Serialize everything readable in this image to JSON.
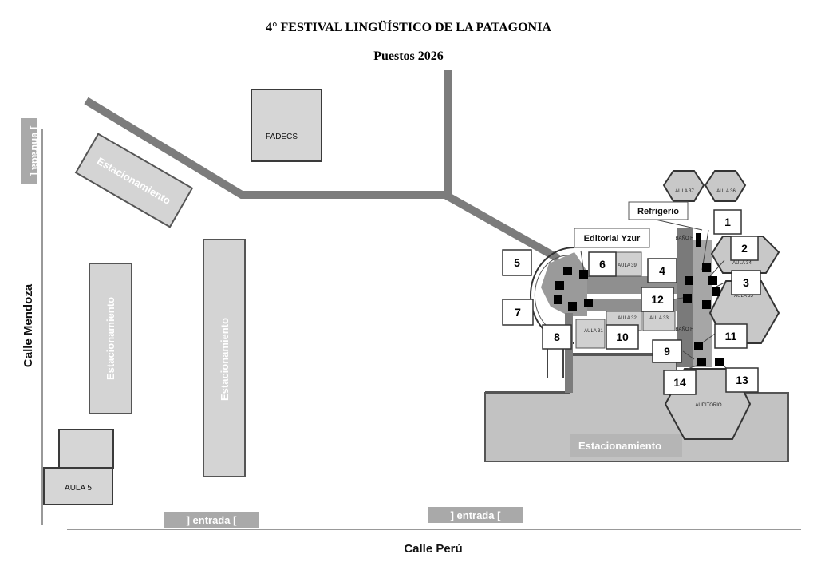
{
  "header": {
    "title": "4° FESTIVAL LINGÜÍSTICO DE LA PATAGONIA",
    "subtitle": "Puestos 2026"
  },
  "streets": {
    "west": "Calle Mendoza",
    "south": "Calle Perú"
  },
  "entrances": {
    "west": "] entrada [",
    "south_1": "]  entrada  [",
    "south_2": "]  entrada  ["
  },
  "buildings": {
    "fadecs": "FADECS",
    "aula5": "AULA 5",
    "aula37": "AULA 37",
    "aula36": "AULA 36",
    "aula34": "AULA 34",
    "aula35": "AULA 35",
    "aula39": "AULA 39",
    "aula32": "AULA 32",
    "aula33": "AULA 33",
    "aula31": "AULA 31",
    "auditorio": "AUDITORIO",
    "bano_h_1": "BAÑO H",
    "bano_h_2": "BAÑO H"
  },
  "parking": {
    "lot_1": "Estacionamiento",
    "lot_2": "Estacionamiento",
    "lot_3": "Estacionamiento",
    "lot_4": "Estacionamiento"
  },
  "callouts": {
    "refrigerio": "Refrigerio",
    "editorial": "Editorial Yzur"
  },
  "stands": [
    "1",
    "2",
    "3",
    "4",
    "5",
    "6",
    "7",
    "8",
    "9",
    "10",
    "11",
    "12",
    "13",
    "14"
  ],
  "colors": {
    "stand_marker": "#a31f24",
    "road": "#7c7c7c",
    "building": "#d6d6d6"
  }
}
